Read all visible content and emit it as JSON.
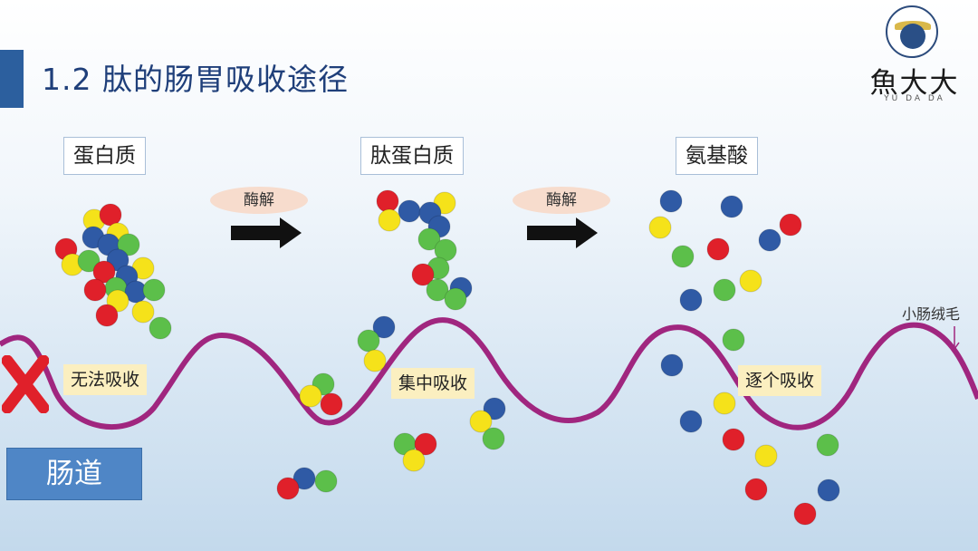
{
  "header": {
    "title": "1.2 肽的肠胃吸收途径",
    "accent_color": "#2c5f9e"
  },
  "logo": {
    "brand": "魚大大",
    "brand_latin": "YU DA DA"
  },
  "stages": [
    {
      "label": "蛋白质"
    },
    {
      "label": "肽蛋白质"
    },
    {
      "label": "氨基酸"
    }
  ],
  "enzymes": [
    {
      "label": "酶解",
      "icon": "right-arrow-icon"
    },
    {
      "label": "酶解",
      "icon": "right-arrow-icon"
    }
  ],
  "absorption": [
    {
      "label": "无法吸收",
      "marker": "cross-icon",
      "marker_color": "#e0202a"
    },
    {
      "label": "集中吸收"
    },
    {
      "label": "逐个吸收"
    }
  ],
  "villi": {
    "label": "小肠绒毛",
    "icon": "down-arrow-icon",
    "color": "#a0267f"
  },
  "gut": {
    "label": "肠道",
    "color": "#4f86c6"
  },
  "amino_acid_colors": {
    "red": "#e0202a",
    "yellow": "#f5e21a",
    "blue": "#2f5aa5",
    "green": "#5cbf4a"
  }
}
